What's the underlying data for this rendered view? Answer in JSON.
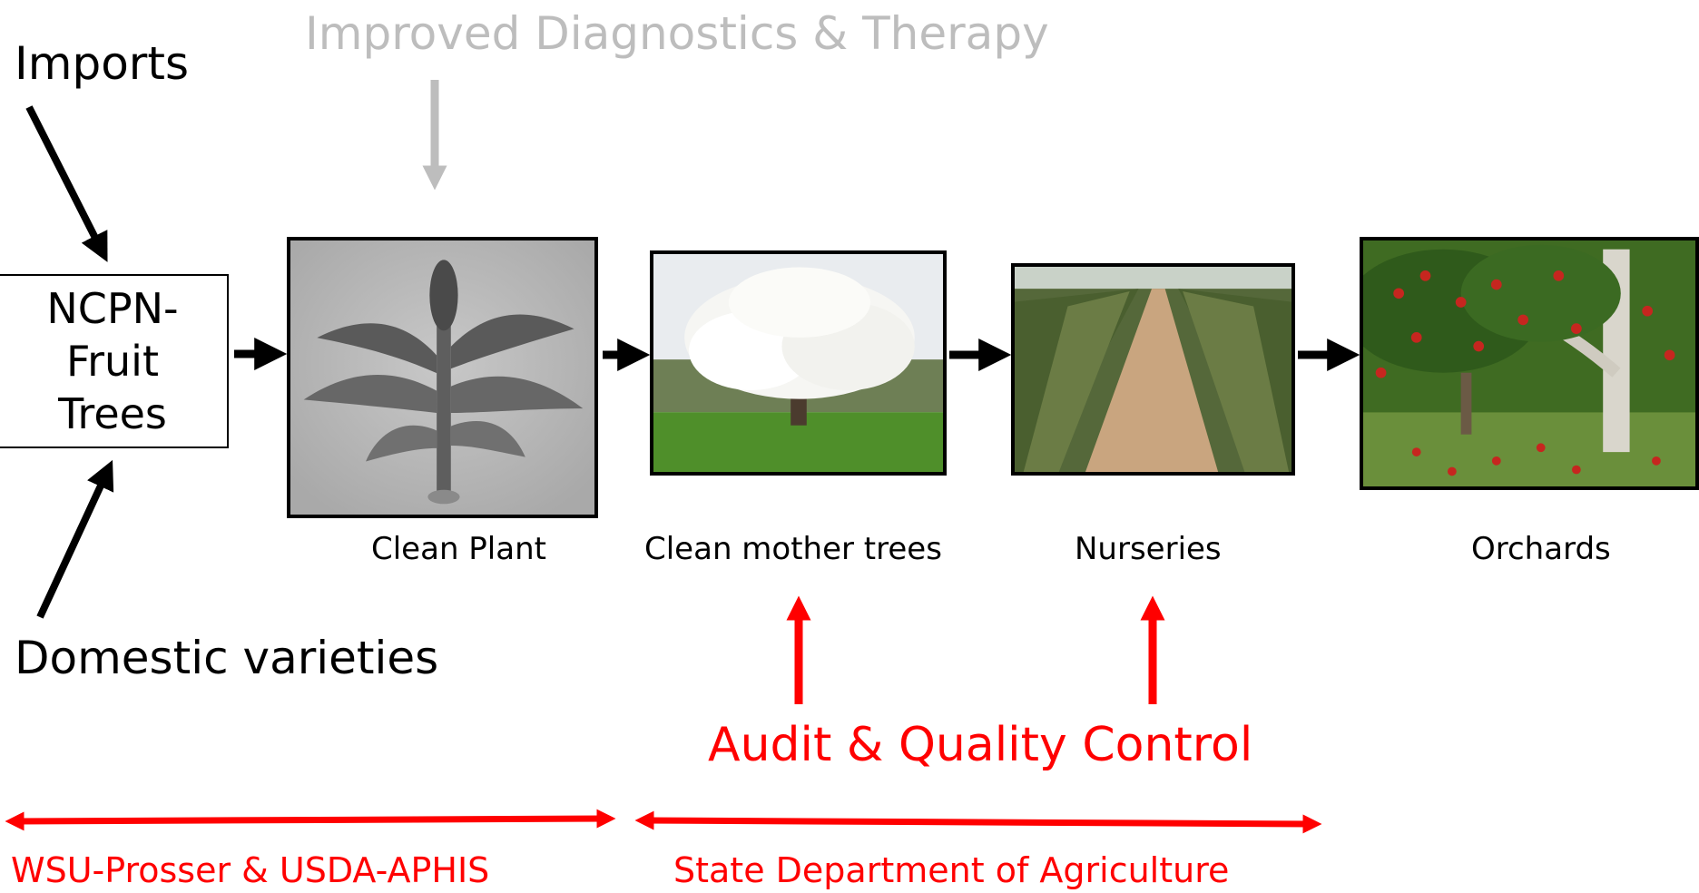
{
  "top_label": "Improved Diagnostics & Therapy",
  "inputs": {
    "imports": "Imports",
    "domestic": "Domestic varieties"
  },
  "source_box": "NCPN-\nFruit\nTrees",
  "stages": [
    {
      "caption": "Clean Plant",
      "image": "plantlet-in-tissue-culture"
    },
    {
      "caption": "Clean mother trees",
      "image": "flowering-tree"
    },
    {
      "caption": "Nurseries",
      "image": "nursery-rows"
    },
    {
      "caption": "Orchards",
      "image": "apple-orchard"
    }
  ],
  "audit_label": "Audit & Quality Control",
  "responsibilities": {
    "left": "WSU-Prosser & USDA-APHIS",
    "right": "State Department of Agriculture"
  },
  "colors": {
    "audit": "#ff0000",
    "diagnostics": "#bdbdbd",
    "flow": "#000000"
  }
}
